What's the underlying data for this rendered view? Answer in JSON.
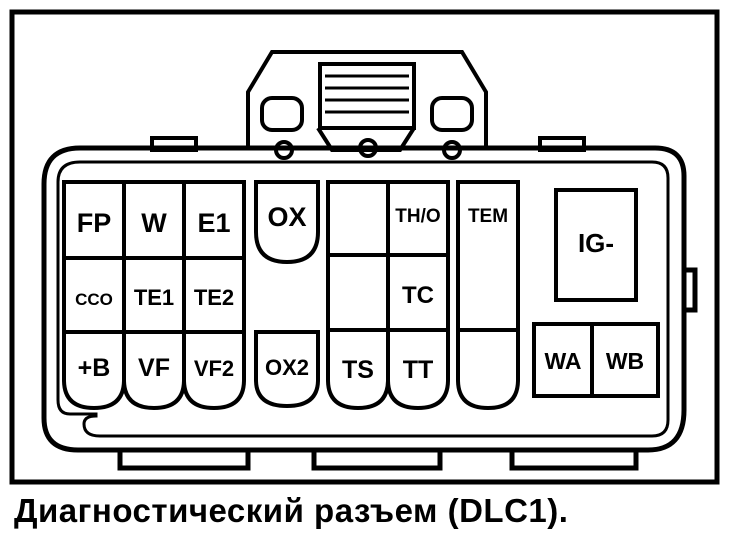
{
  "diagram": {
    "caption": "Диагностический разъем (DLC1).",
    "pins": {
      "fp": "FP",
      "w": "W",
      "e1": "E1",
      "ox": "OX",
      "tho": "TH/O",
      "tem": "TEM",
      "ig": "IG-",
      "cco": "CCO",
      "te1": "TE1",
      "te2": "TE2",
      "tc": "TC",
      "b": "+B",
      "vf": "VF",
      "vf2": "VF2",
      "ox2": "OX2",
      "ts": "TS",
      "tt": "TT",
      "wa": "WA",
      "wb": "WB"
    }
  }
}
